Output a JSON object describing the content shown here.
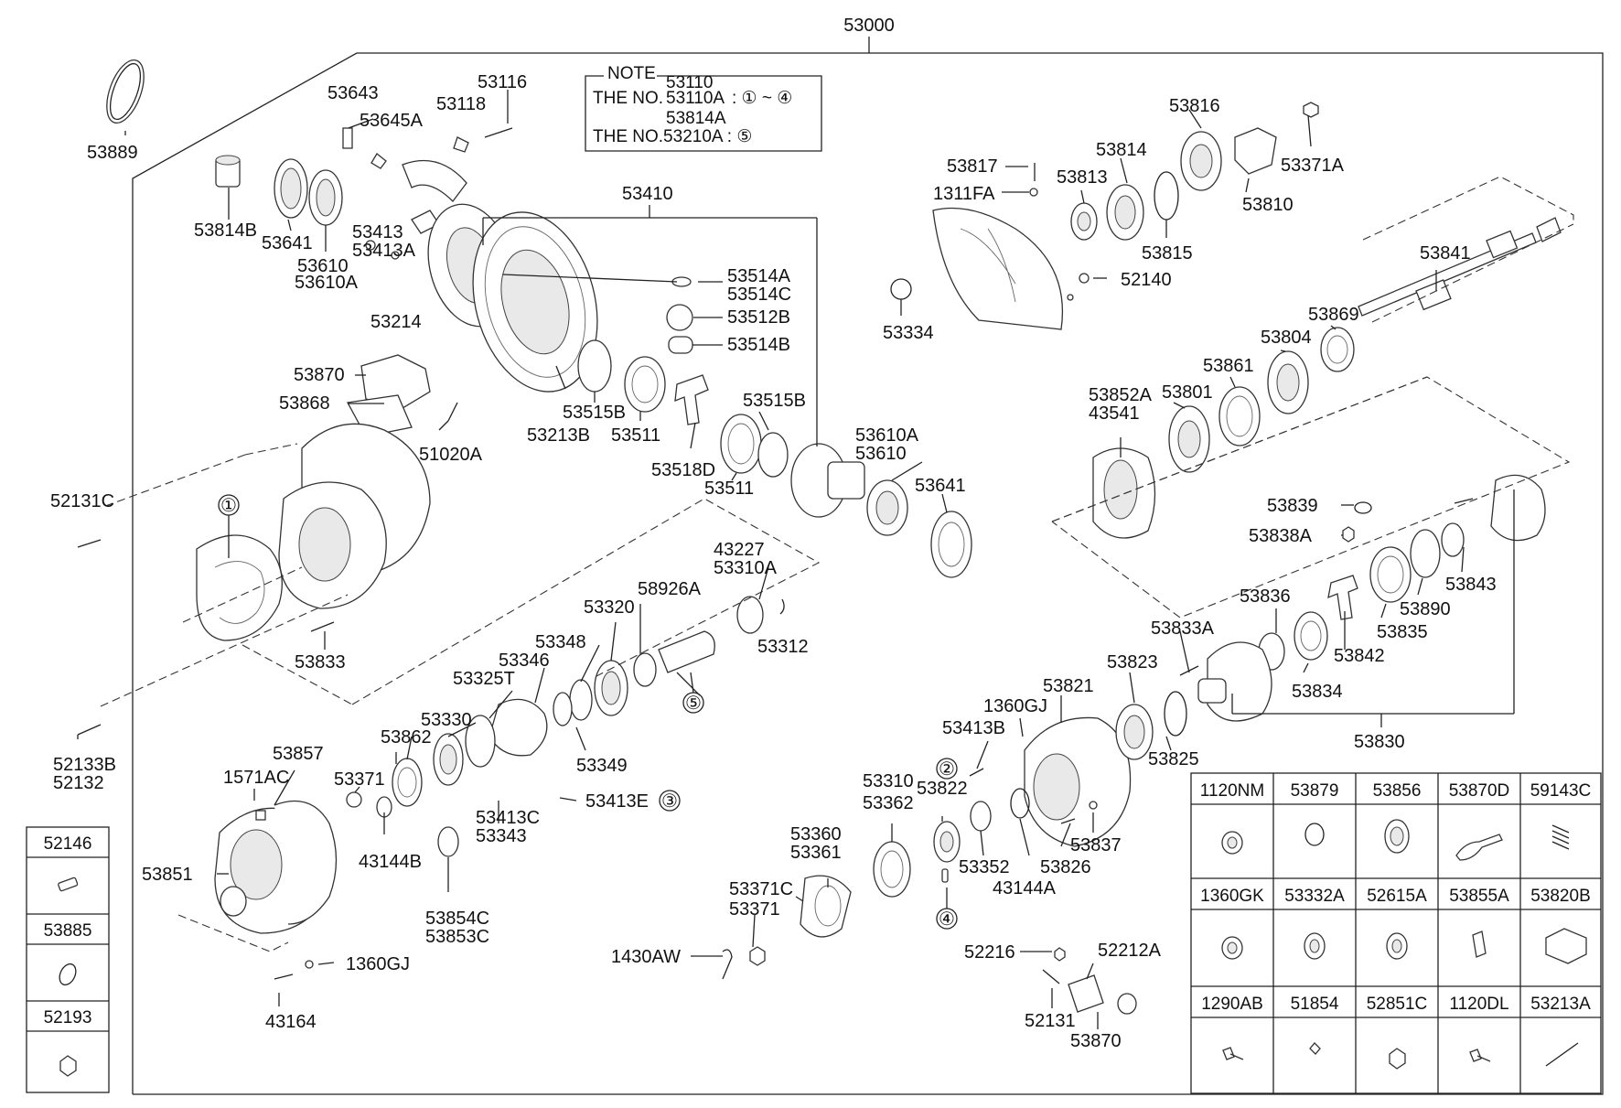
{
  "assembly_number": "53000",
  "note": {
    "heading": "NOTE",
    "line1_prefix": "THE NO.",
    "line1_codes_top": "53110",
    "line1_codes_mid": "53110A",
    "line1_codes_bot": "53814A",
    "line1_range": ": ① ~ ④",
    "line2": "THE NO.53210A : ⑤"
  },
  "markers": [
    "①",
    "②",
    "③",
    "④",
    "⑤"
  ],
  "labels": {
    "p53889": "53889",
    "p53643": "53643",
    "p53645A": "53645A",
    "p53118": "53118",
    "p53116": "53116",
    "p53814B": "53814B",
    "p53641a": "53641",
    "p53610a": "53610",
    "p53610Aa": "53610A",
    "p53413": "53413",
    "p53413A": "53413A",
    "p53214": "53214",
    "p53410": "53410",
    "p53514A": "53514A",
    "p53514C": "53514C",
    "p53512B": "53512B",
    "p53514B": "53514B",
    "p53870a": "53870",
    "p53868": "53868",
    "p51020A": "51020A",
    "p53515Ba": "53515B",
    "p53213B": "53213B",
    "p53511a": "53511",
    "p53515Bb": "53515B",
    "p53518D": "53518D",
    "p53511b": "53511",
    "p53610Ab": "53610A",
    "p53610b": "53610",
    "p53641b": "53641",
    "p52131C": "52131C",
    "p53833": "53833",
    "p52133B": "52133B",
    "p52132": "52132",
    "p43227": "43227",
    "p53310A": "53310A",
    "p58926A": "58926A",
    "p53320": "53320",
    "p53312": "53312",
    "p53348": "53348",
    "p53346": "53346",
    "p53325T": "53325T",
    "p53330": "53330",
    "p53349": "53349",
    "p53862": "53862",
    "p53857": "53857",
    "p1571AC": "1571AC",
    "p53371a": "53371",
    "p53413C": "53413C",
    "p53343": "53343",
    "p53413E": "53413E",
    "p43144B": "43144B",
    "p53851": "53851",
    "p53854C": "53854C",
    "p53853C": "53853C",
    "p1360GJa": "1360GJ",
    "p43164": "43164",
    "p53816": "53816",
    "p53371A": "53371A",
    "p53817": "53817",
    "p53814": "53814",
    "p53813": "53813",
    "p1311FA": "1311FA",
    "p53810": "53810",
    "p53815": "53815",
    "p52140": "52140",
    "p53334": "53334",
    "p53841": "53841",
    "p53869": "53869",
    "p53804": "53804",
    "p53861": "53861",
    "p53852A": "53852A",
    "p43541": "43541",
    "p53801": "53801",
    "p53839": "53839",
    "p53838A": "53838A",
    "p53836": "53836",
    "p53843": "53843",
    "p53890": "53890",
    "p53835": "53835",
    "p53833A": "53833A",
    "p53842": "53842",
    "p53834": "53834",
    "p53823": "53823",
    "p53821": "53821",
    "p1360GJb": "1360GJ",
    "p53413B": "53413B",
    "p53825": "53825",
    "p53830": "53830",
    "p53310": "53310",
    "p53362": "53362",
    "p53822": "53822",
    "p53352": "53352",
    "p43144A": "43144A",
    "p53826": "53826",
    "p53837": "53837",
    "p53360": "53360",
    "p53361": "53361",
    "p53371C": "53371C",
    "p53371b": "53371",
    "p1430AW": "1430AW",
    "p52216": "52216",
    "p52212A": "52212A",
    "p52131": "52131",
    "p53870b": "53870"
  },
  "left_table": [
    "52146",
    "53885",
    "52193"
  ],
  "right_table": {
    "row1": [
      "1120NM",
      "53879",
      "53856",
      "53870D",
      "59143C"
    ],
    "row2": [
      "1360GK",
      "53332A",
      "52615A",
      "53855A",
      "53820B"
    ],
    "row3": [
      "1290AB",
      "51854",
      "52851C",
      "1120DL",
      "53213A"
    ]
  }
}
